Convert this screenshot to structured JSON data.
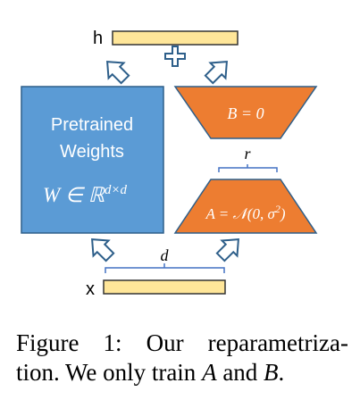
{
  "diagram": {
    "h_label": "h",
    "x_label": "x",
    "pretrained_line1": "Pretrained",
    "pretrained_line2": "Weights",
    "pretrained_formula": "W ∈ ℝ",
    "pretrained_formula_sup": "d×d",
    "b_formula": "B = 0",
    "a_formula": "A = 𝒩(0, σ",
    "a_formula_sup": "2",
    "a_formula_end": ")",
    "r_label": "r",
    "d_label": "d",
    "plus_symbol": "+",
    "colors": {
      "pretrained_fill": "#5b9bd5",
      "pretrained_border": "#2e5f8a",
      "lora_fill": "#ed7d31",
      "lora_border": "#2e5f8a",
      "vector_fill": "#ffe699",
      "vector_border": "#333333",
      "arrow_border": "#2e5f8a",
      "brace": "#4472c4"
    }
  },
  "caption": {
    "line1": "Figure 1: Our reparametriza-",
    "line2_pre": "tion. We only train ",
    "line2_a": "A",
    "line2_mid": " and ",
    "line2_b": "B",
    "line2_end": "."
  }
}
